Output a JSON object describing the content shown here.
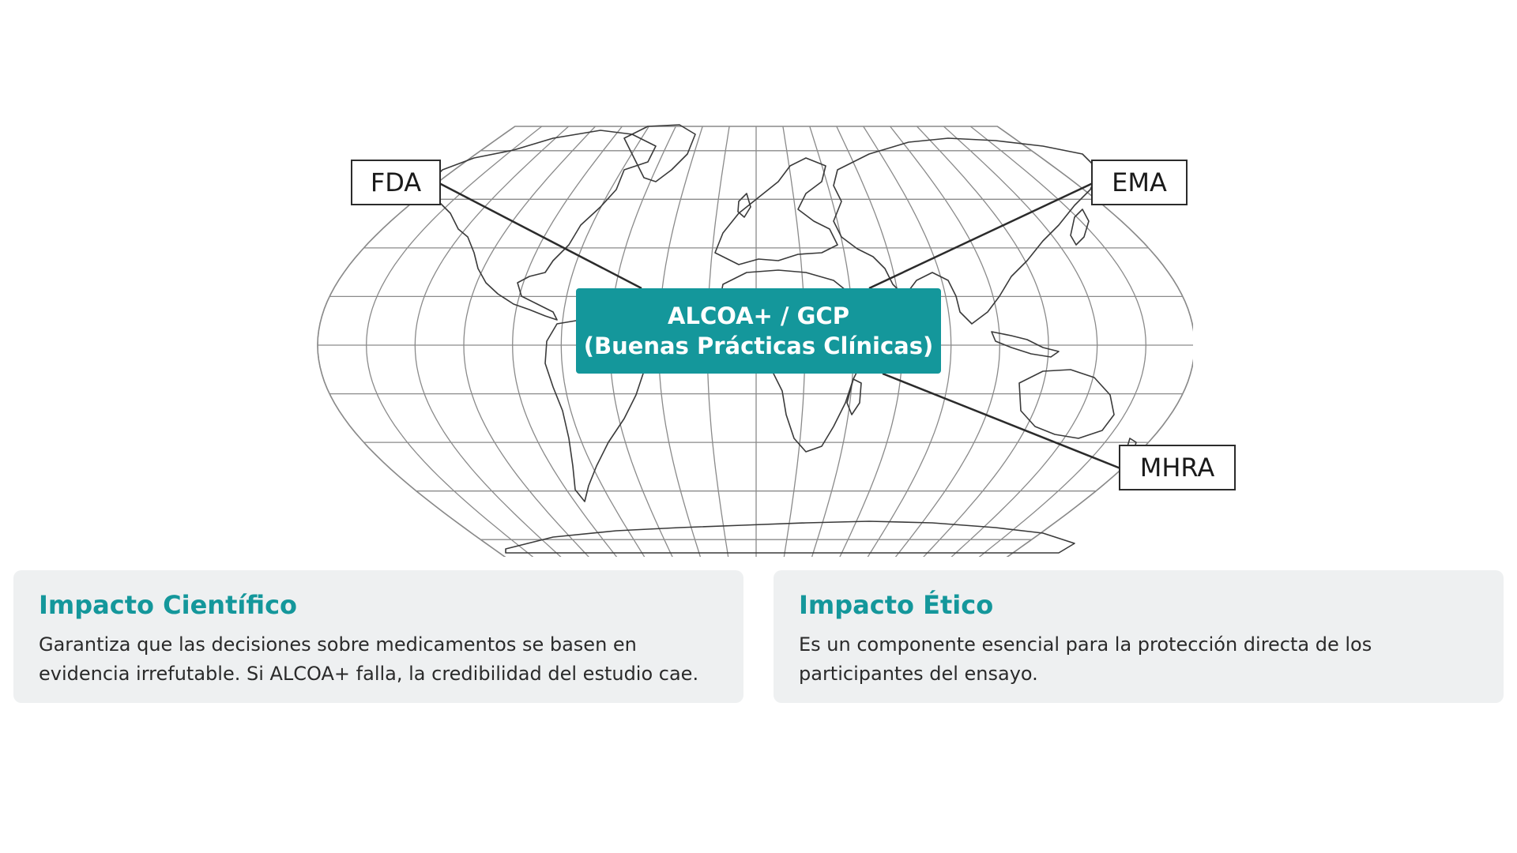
{
  "diagram": {
    "center": {
      "line1": "ALCOA+ / GCP",
      "line2": "(Buenas Prácticas Clínicas)",
      "color": "#14979b"
    },
    "agencies": [
      {
        "label": "FDA"
      },
      {
        "label": "EMA"
      },
      {
        "label": "MHRA"
      }
    ],
    "background": "world-map-outline"
  },
  "cards": [
    {
      "title": "Impacto Científico",
      "body": "Garantiza que las decisiones sobre medicamentos se basen en evidencia irrefutable. Si ALCOA+ falla, la credibilidad del estudio cae."
    },
    {
      "title": "Impacto Ético",
      "body": "Es un componente esencial para la protección directa de los participantes del ensayo."
    }
  ],
  "colors": {
    "accent": "#14979b",
    "card_bg": "#eef0f1",
    "map_line": "#555555"
  }
}
